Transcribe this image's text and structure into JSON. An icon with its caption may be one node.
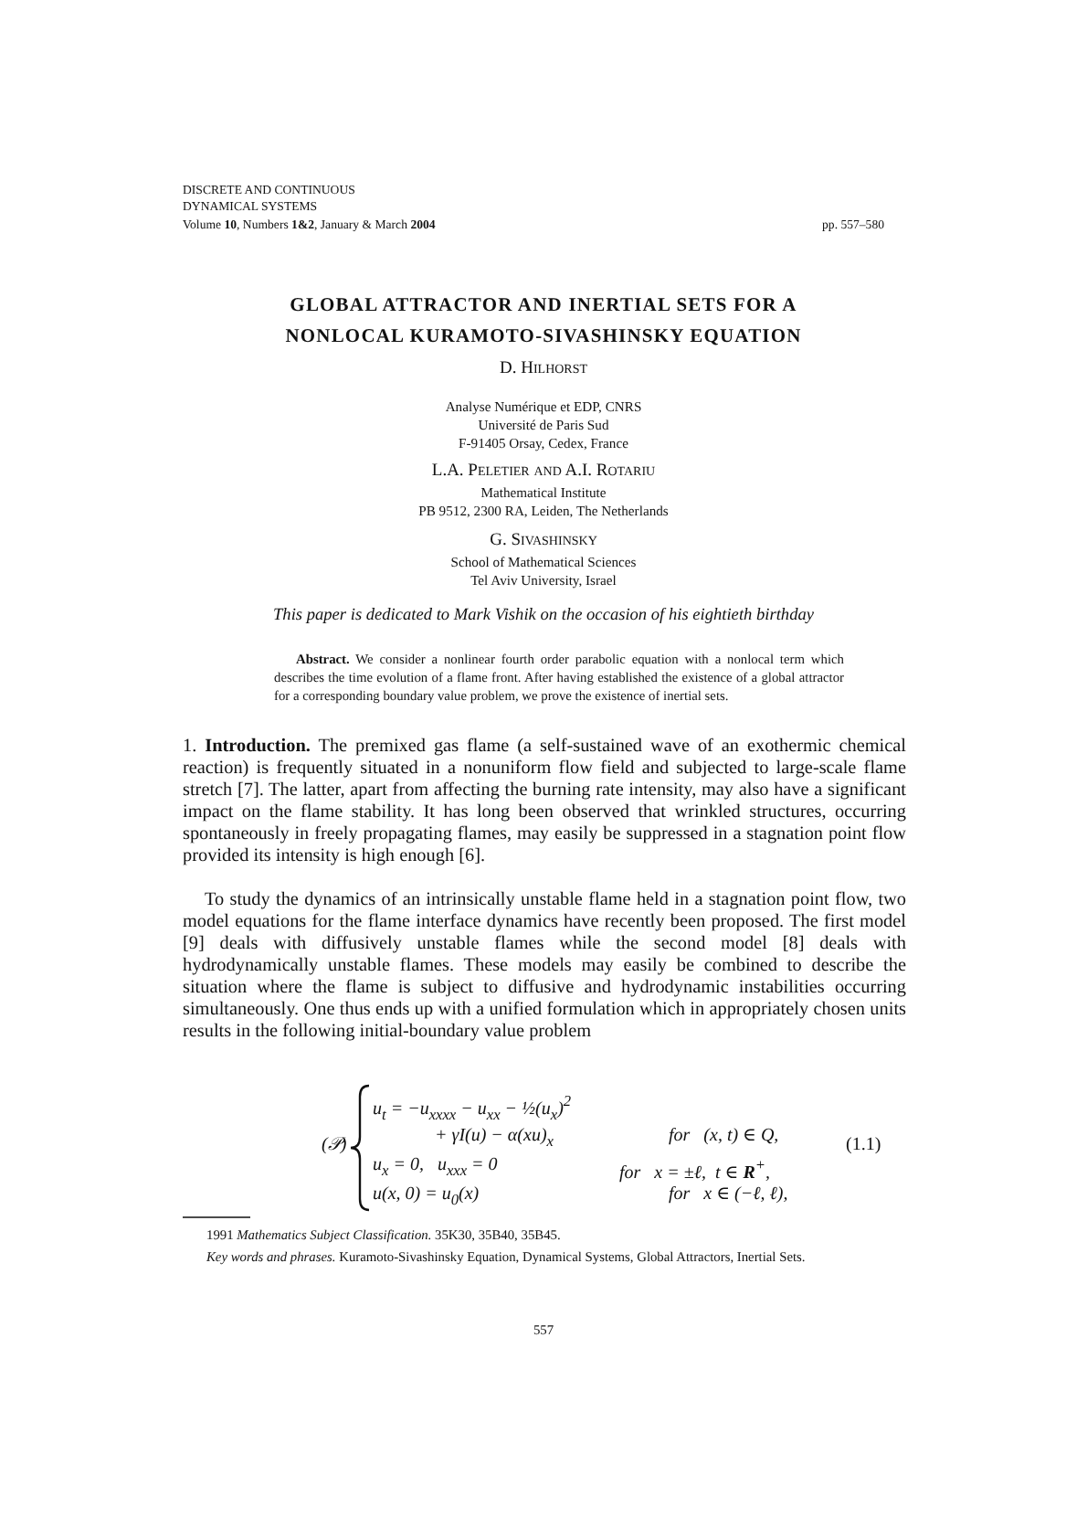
{
  "diagram": {
    "title": "GLOBAL ATTRACTOR AND INERTIAL SETS FOR A NONLOCAL KURAMOTO-SIVASHINSKY EQUATION",
    "labels": [
      "DISCRETE AND CONTINUOUS DYNAMICAL SYSTEMS",
      "Volume **10**, Numbers **1&2**, January & March **2004**",
      "pp. 557–580",
      "D. Hilhorst",
      "Analyse Numérique et EDP, CNRS",
      "Université de Paris Sud",
      "F-91405 Orsay, Cedex, France",
      "L.A. Peletier and A.I. Rotariu",
      "Mathematical Institute",
      "PB 9512, 2300 RA, Leiden, The Netherlands",
      "G. Sivashinsky",
      "School of Mathematical Sciences",
      "Tel Aviv University, Israel",
      "This paper is dedicated to Mark Vishik on the occasion of his eightieth birthday",
      "**Abstract.** We consider a nonlinear fourth order parabolic equation with a nonlocal term which describes the time evolution of a flame front. After having established the existence of a global attractor for a corresponding boundary value problem, we prove the existence of inertial sets.",
      "1. **Introduction.** The premixed gas flame (a self-sustained wave of an exothermic chemical reaction) is frequently situated in a nonuniform flow field and subjected to large-scale flame stretch [7]. The latter, apart from affecting the burning rate intensity, may also have a significant impact on the flame stability. It has long been observed that wrinkled structures, occurring spontaneously in freely propagating flames, may easily be suppressed in a stagnation point flow provided its intensity is high enough [6].",
      "To study the dynamics of an intrinsically unstable flame held in a stagnation point flow, two model equations for the flame interface dynamics have recently been proposed. The first model [9] deals with diffusively unstable flames while the second model [8] deals with hydrodynamically unstable flames. These models may easily be combined to describe the situation where the flame is subject to diffusive and hydrodynamic instabilities occurring simultaneously. One thus ends up with a unified formulation which in appropriately chosen units results in the following initial-boundary value problem",
      "(𝒫)",
      "u$_{t}$ = −u$_{xxxx}$ − u$_{xx}$ − ½(u$_{x}$)$^{2}$",
      "+ γI(u) − α(xu)$_{x}$",
      "for   (x, t) ∈ Q,",
      "(1.1)",
      "u$_{x}$ = 0,   u$_{xxx}$ = 0",
      "for   x = ±ℓ,  t ∈ **R**$^{+}$,",
      "u(x, 0) = u$_{0}$(x)",
      "for   x ∈ (−ℓ, ℓ),",
      "1991 *Mathematics Subject Classification.* 35K30, 35B40, 35B45.",
      "*Key words and phrases.* Kuramoto-Sivashinsky Equation, Dynamical Systems, Global Attractors, Inertial Sets.",
      "557"
    ]
  }
}
